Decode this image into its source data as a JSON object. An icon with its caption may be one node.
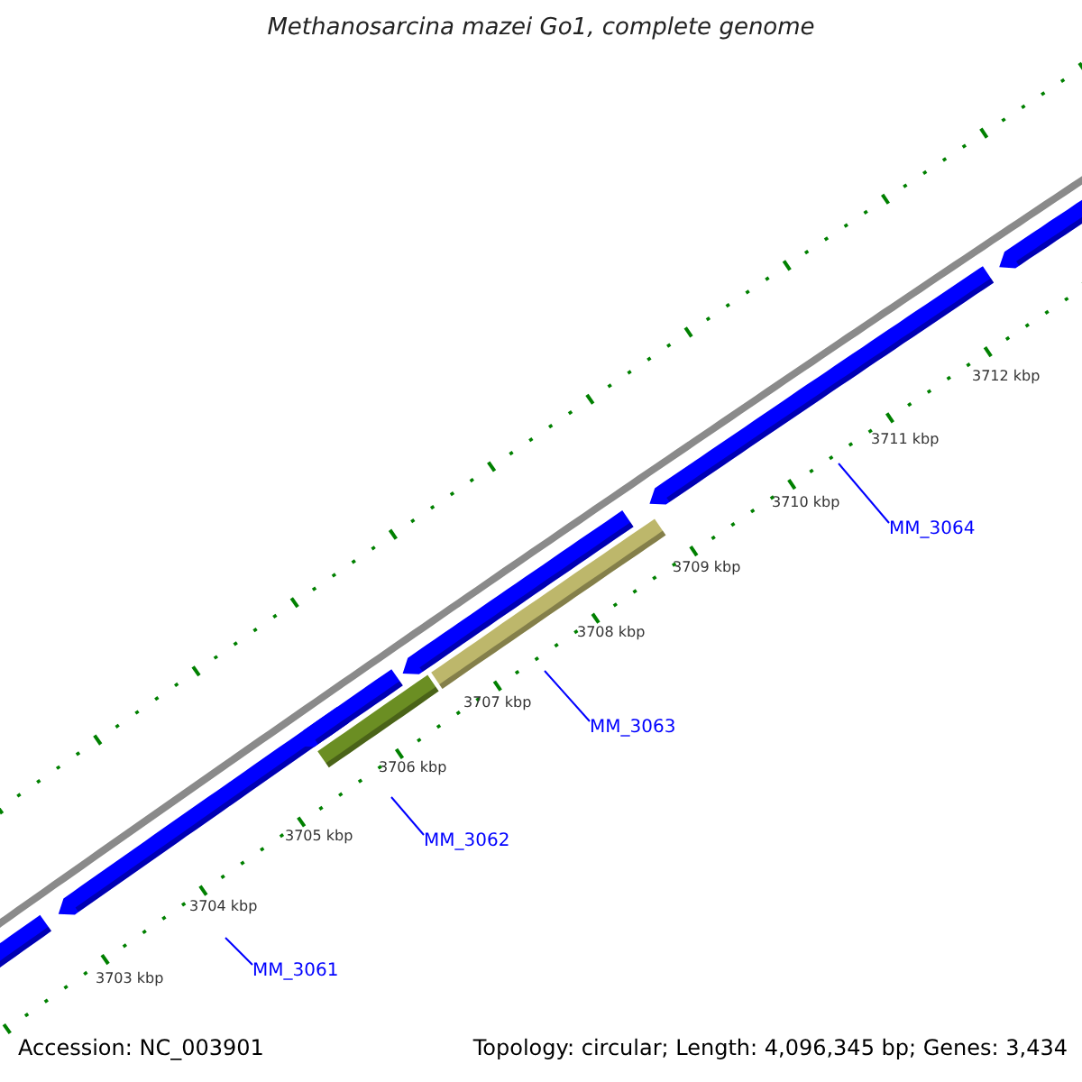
{
  "diagram": {
    "title": "Methanosarcina mazei Go1, complete genome",
    "nodes": [
      {
        "text": [
          "MM_3061"
        ]
      },
      {
        "text": [
          "MM_3062"
        ]
      },
      {
        "text": [
          "MM_3063"
        ]
      },
      {
        "text": [
          "MM_3064"
        ]
      }
    ],
    "edges": [
      {
        "from": 0,
        "to": null,
        "arrow": "none"
      },
      {
        "from": 1,
        "to": null,
        "arrow": "none"
      },
      {
        "from": 2,
        "to": null,
        "arrow": "none"
      },
      {
        "from": 3,
        "to": null,
        "arrow": "none"
      }
    ],
    "labels": [
      "3703 kbp",
      "3704 kbp",
      "3705 kbp",
      "3706 kbp",
      "3707 kbp",
      "3708 kbp",
      "3709 kbp",
      "3710 kbp",
      "3711 kbp",
      "3712 kbp",
      "Accession: NC_003901",
      "Topology: circular; Length: 4,096,345 bp; Genes: 3,434"
    ]
  }
}
